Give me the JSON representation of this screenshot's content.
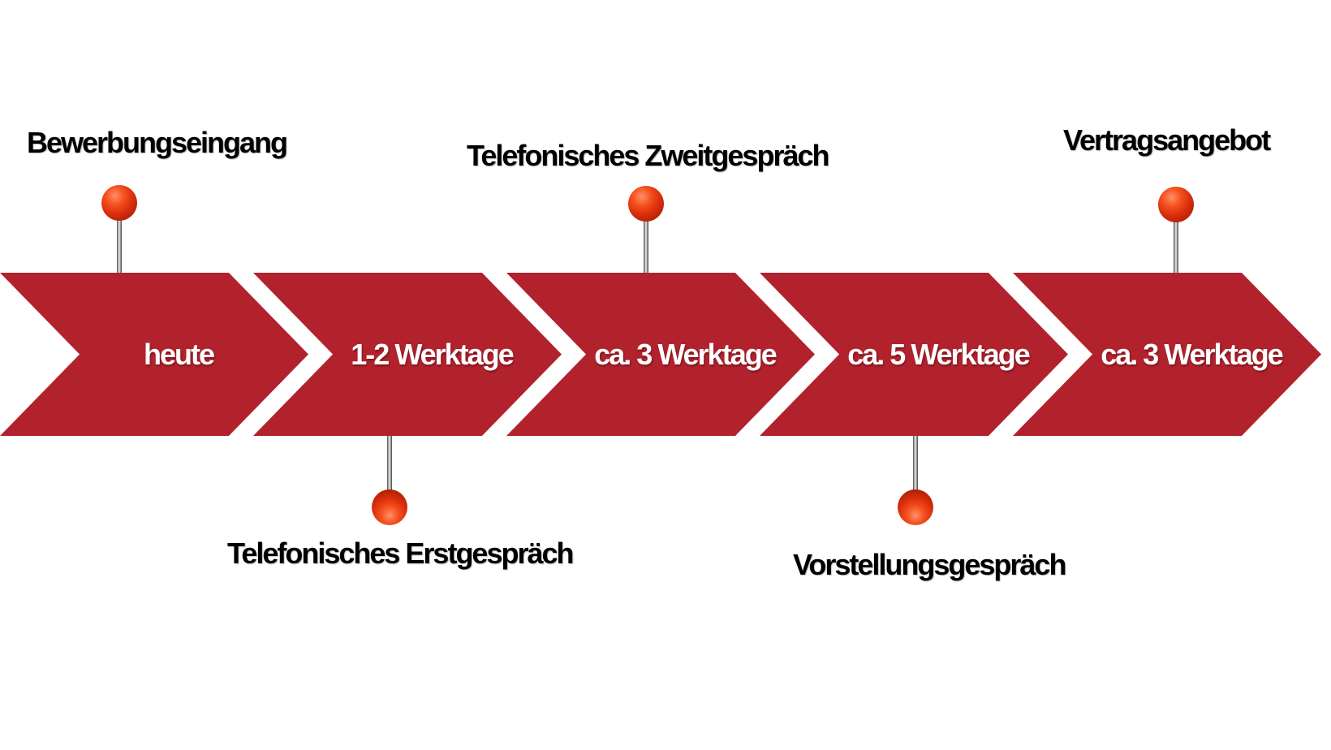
{
  "timeline": {
    "stages": [
      {
        "duration": "heute"
      },
      {
        "duration": "1-2 Werktage"
      },
      {
        "duration": "ca. 3 Werktage"
      },
      {
        "duration": "ca. 5 Werktage"
      },
      {
        "duration": "ca. 3 Werktage"
      }
    ],
    "milestones": [
      {
        "label": "Bewerbungseingang",
        "position": "top",
        "stage_index": 0
      },
      {
        "label": "Telefonisches Erstgespräch",
        "position": "bottom",
        "stage_index": 1
      },
      {
        "label": "Telefonisches Zweitgespräch",
        "position": "top",
        "stage_index": 2
      },
      {
        "label": "Vorstellungsgespräch",
        "position": "bottom",
        "stage_index": 3
      },
      {
        "label": "Vertragsangebot",
        "position": "top",
        "stage_index": 4
      }
    ],
    "colors": {
      "arrow_fill": "#b2222d",
      "arrow_text": "#ffffff",
      "pin_ball": "#d92e0d",
      "pin_stem": "#9a9a9a",
      "label_text": "#000000",
      "background": "#ffffff"
    }
  }
}
